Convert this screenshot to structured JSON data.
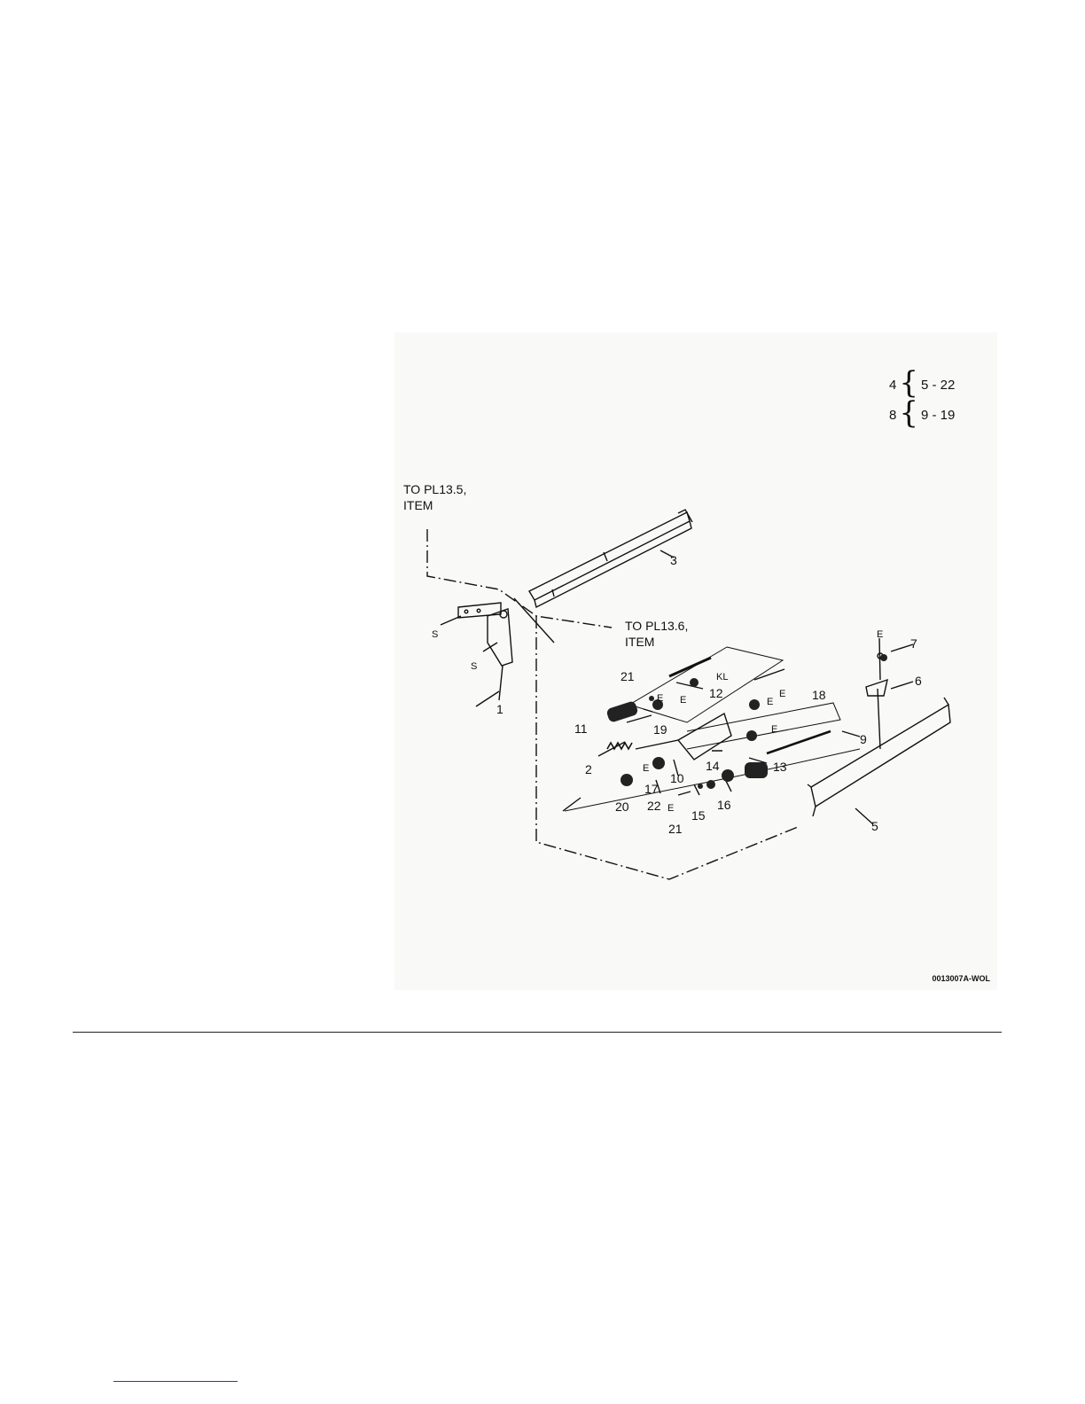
{
  "groups": [
    {
      "parent": "4",
      "range": "5 - 22"
    },
    {
      "parent": "8",
      "range": "9 - 19"
    }
  ],
  "callouts": {
    "to_pl135": "TO PL13.5,",
    "to_pl135_item": "ITEM",
    "to_pl136": "TO PL13.6,",
    "to_pl136_item": "ITEM",
    "kl": "KL",
    "e": "E",
    "s": "S"
  },
  "item_numbers": [
    "1",
    "2",
    "3",
    "5",
    "6",
    "7",
    "9",
    "10",
    "11",
    "12",
    "13",
    "14",
    "15",
    "16",
    "17",
    "18",
    "19",
    "20",
    "21",
    "22"
  ],
  "figure_id": "0013007A-WOL"
}
